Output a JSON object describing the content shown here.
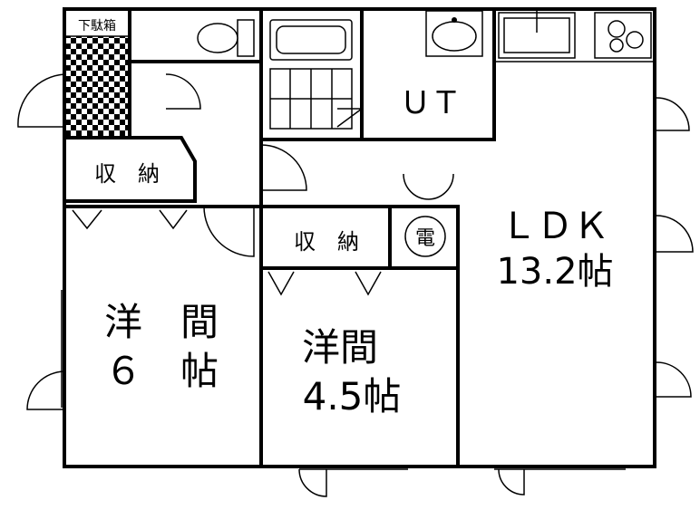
{
  "rooms": {
    "entrance_storage": "下駄箱",
    "storage_upper": "収　納",
    "storage_middle": "収　納",
    "utility": "ＵＴ",
    "ldk_name": "ＬＤＫ",
    "ldk_size": "13.2帖",
    "western_large_name": "洋　間",
    "western_large_size": "６　帖",
    "western_small_name": "洋間",
    "western_small_size": "4.5帖",
    "electrical_panel": "電"
  }
}
